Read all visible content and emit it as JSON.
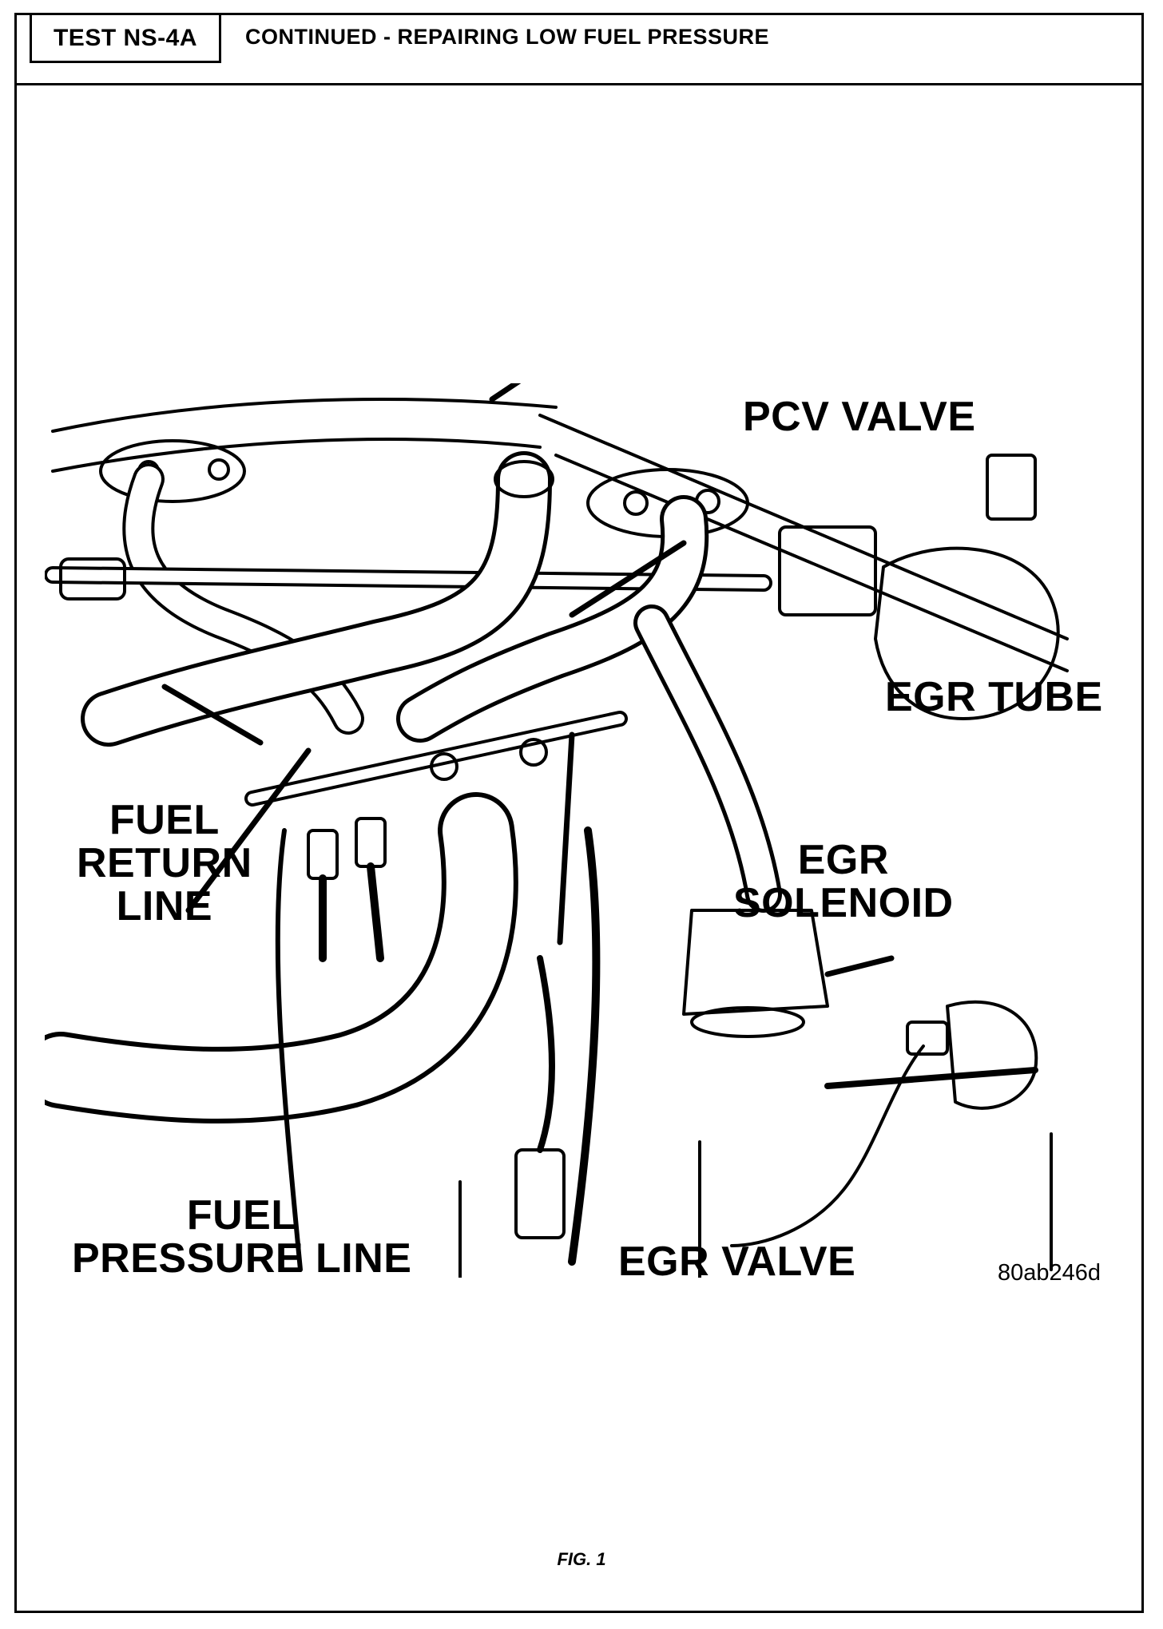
{
  "header": {
    "test_id": "TEST NS-4A",
    "title": "CONTINUED - REPAIRING LOW FUEL PRESSURE"
  },
  "figure": {
    "labels": {
      "pcv_valve": "PCV VALVE",
      "egr_tube": "EGR TUBE",
      "fuel_return_line": [
        "FUEL",
        "RETURN",
        "LINE"
      ],
      "egr_solenoid": [
        "EGR",
        "SOLENOID"
      ],
      "fuel_pressure_line": [
        "FUEL",
        "PRESSURE LINE"
      ],
      "egr_valve": "EGR VALVE"
    },
    "code": "80ab246d",
    "caption": "FIG. 1"
  }
}
